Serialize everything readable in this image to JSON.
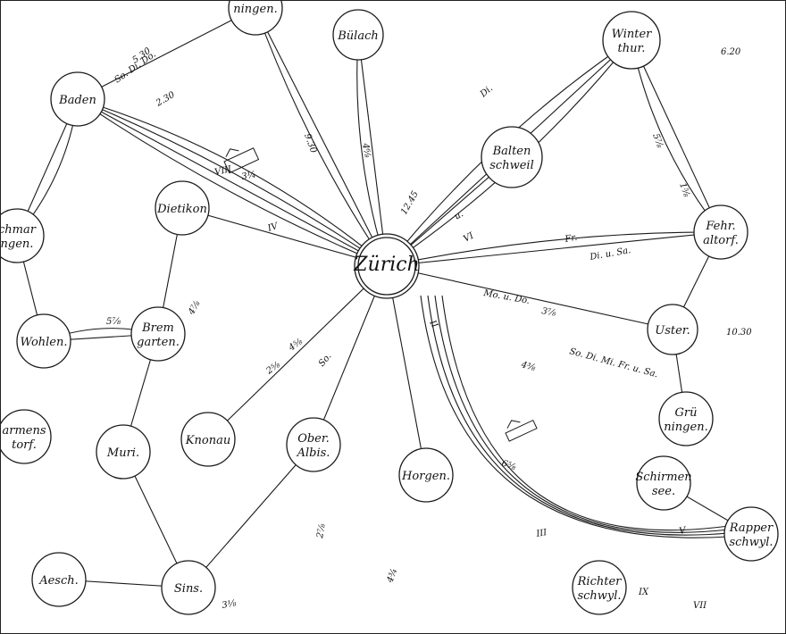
{
  "map": {
    "colors": {
      "ink": "#1a1a1a",
      "paper": "#ffffff"
    },
    "hub": {
      "id": "zurich",
      "label": "Zürich"
    },
    "towns": [
      {
        "id": "zurich",
        "lines": [
          "Zürich"
        ]
      },
      {
        "id": "baden",
        "lines": [
          "Baden"
        ]
      },
      {
        "id": "bulach",
        "lines": [
          "Bülach"
        ]
      },
      {
        "id": "winterthur",
        "lines": [
          "Winter",
          "thur."
        ]
      },
      {
        "id": "baltenschweil",
        "lines": [
          "Balten",
          "schweil"
        ]
      },
      {
        "id": "dietikon",
        "lines": [
          "Dietikon"
        ]
      },
      {
        "id": "fehraltorf",
        "lines": [
          "Fehr.",
          "altorf."
        ]
      },
      {
        "id": "uster",
        "lines": [
          "Uster."
        ]
      },
      {
        "id": "wohlen",
        "lines": [
          "Wohlen."
        ]
      },
      {
        "id": "bremgarten",
        "lines": [
          "Brem",
          "garten."
        ]
      },
      {
        "id": "schmarngen",
        "lines": [
          "chmar",
          "ngen."
        ]
      },
      {
        "id": "knonau",
        "lines": [
          "Knonau"
        ]
      },
      {
        "id": "oberalbis",
        "lines": [
          "Ober.",
          "Albis."
        ]
      },
      {
        "id": "horgen",
        "lines": [
          "Horgen."
        ]
      },
      {
        "id": "gruningen",
        "lines": [
          "Grü",
          "ningen."
        ]
      },
      {
        "id": "schirmensee",
        "lines": [
          "Schirmen",
          "see."
        ]
      },
      {
        "id": "rapperschwyl",
        "lines": [
          "Rapper",
          "schwyl."
        ]
      },
      {
        "id": "richterschwyl",
        "lines": [
          "Richter",
          "schwyl."
        ]
      },
      {
        "id": "muri",
        "lines": [
          "Muri."
        ]
      },
      {
        "id": "sins",
        "lines": [
          "Sins."
        ]
      },
      {
        "id": "aesch",
        "lines": [
          "Aesch."
        ]
      },
      {
        "id": "armenstorf",
        "lines": [
          "armens",
          "torf."
        ]
      },
      {
        "id": "top-partial",
        "lines": [
          "ningen."
        ]
      }
    ],
    "route_labels": [
      "So. Di. Do.",
      "5.30",
      "2.30",
      "9.30",
      "So.",
      "Di.",
      "u.",
      "Fr.",
      "Mo. u. Do.",
      "3⅞",
      "5⅞",
      "1⅝",
      "3¼",
      "4⅝",
      "2⅝",
      "4⅜",
      "6⅝",
      "4¾",
      "2⅞",
      "3⅛",
      "4⅞",
      "5⅞",
      "Di. u. Sa.",
      "So. Di. Mi. Fr. u. Sa.",
      "4⁶⁄₈",
      "12.45",
      "10.30",
      "6.20",
      "VIII",
      "IV",
      "VI",
      "II",
      "III",
      "V",
      "IX",
      "VII"
    ]
  }
}
